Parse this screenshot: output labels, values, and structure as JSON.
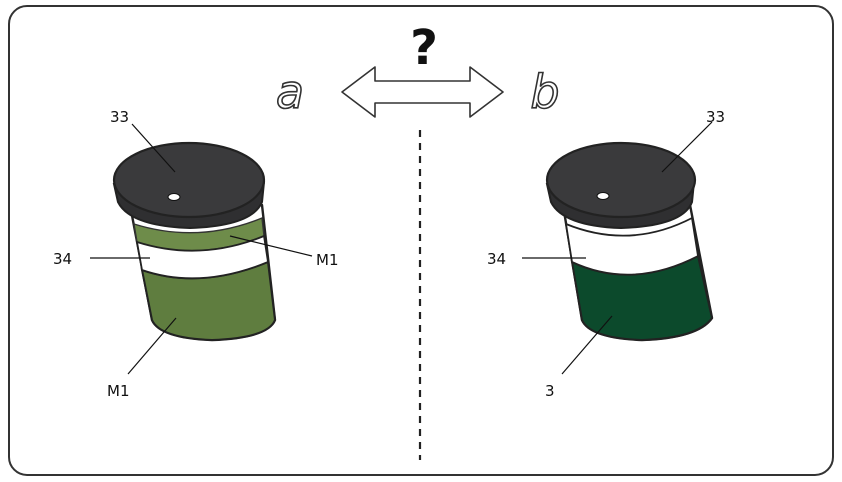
{
  "header": {
    "question_mark": "?",
    "left_label": "a",
    "right_label": "b"
  },
  "left_container": {
    "lid_callout": "33",
    "band_callout": "34",
    "upper_fill_callout": "M1",
    "lower_fill_callout": "M1",
    "fill_color": "#5f7d3f",
    "fill_color_light": "#6e8c4a"
  },
  "right_container": {
    "lid_callout": "33",
    "band_callout": "34",
    "fill_callout": "3",
    "fill_color": "#0c4a2c"
  },
  "colors": {
    "lid": "#3a3a3c",
    "outline": "#222222",
    "frame": "#333333"
  }
}
